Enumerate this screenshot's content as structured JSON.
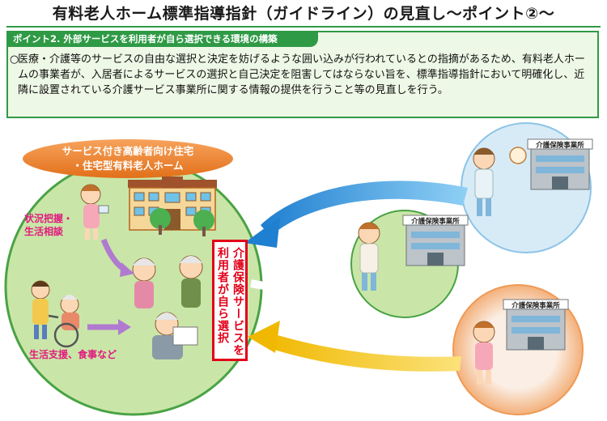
{
  "title": "有料老人ホーム標準指導指針（ガイドライン）の見直し～ポイント②～",
  "panel": {
    "heading": "ポイント2. 外部サービスを利用者が自ら選択できる環境の構築",
    "bullet": "○",
    "body": "医療・介護等のサービスの自由な選択と決定を妨げるような囲い込みが行われているとの指摘があるため、有料老人ホームの事業者が、入居者によるサービスの選択と自己決定を阻害してはならない旨を、標準指導指針において明確化し、近隣に設置されている介護サービス事業所に関する情報の提供を行うこと等の見直しを行う。"
  },
  "facility": {
    "line1": "サービス付き高齢者向け住宅",
    "line2": "・住宅型有料老人ホーム"
  },
  "notes": {
    "consult_line1": "状況把握・",
    "consult_line2": "生活相談",
    "support": "生活支援、食事など"
  },
  "choice_box": {
    "col1": "介護保険サービスを",
    "col2": "利用者が自ら選択"
  },
  "offices": [
    {
      "label": "介護保険事業所"
    },
    {
      "label": "介護保険事業所"
    },
    {
      "label": "介護保険事業所"
    }
  ],
  "colors": {
    "accent_green": "#2f9a45",
    "facility_circle": "#c9e6a8",
    "office_circle_blue": "#d7ebf7",
    "office_circle_green": "#c9e6a8",
    "office_circle_orange": "#f5dccb",
    "choice_red": "#e2001a",
    "note_pink": "#e2197e",
    "arrow_blue": "#2e8fd6",
    "arrow_yellow": "#f0c000"
  }
}
